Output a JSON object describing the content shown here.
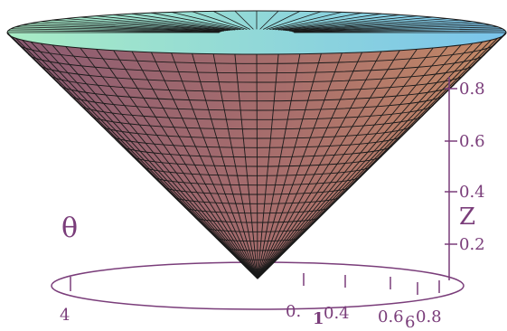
{
  "labels": {
    "theta": "θ",
    "z_axis": "Z",
    "theta_tick": "4",
    "r_tick_overlap": "1",
    "r_tick_cut": "0.",
    "r_tick_6": "6"
  },
  "z_ticks": [
    "0.2",
    "0.4",
    "0.6",
    "0.8"
  ],
  "r_ticks": [
    "0.4",
    "0.6",
    "0.8"
  ],
  "colors": {
    "axis": "#7a3d7a",
    "mesh": "#1a1a1a",
    "cone_left": "#8a5a72",
    "cone_right": "#c48a66",
    "rim_left": "#a8ecc4",
    "rim_right": "#7ac4ec"
  }
}
